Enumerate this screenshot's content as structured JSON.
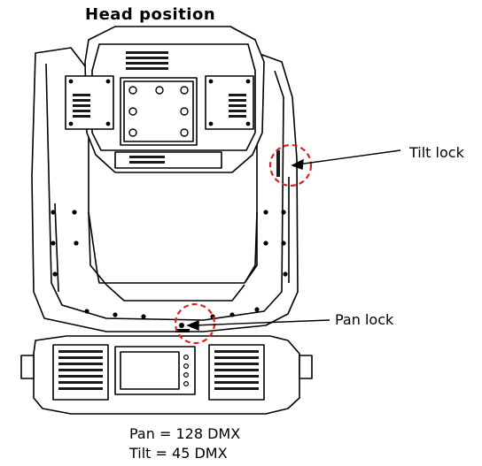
{
  "title": "Head position",
  "callouts": {
    "tilt_lock": "Tilt lock",
    "pan_lock": "Pan lock"
  },
  "settings": {
    "pan": "Pan = 128 DMX",
    "tilt": "Tilt = 45 DMX"
  },
  "colors": {
    "line": "#000000",
    "highlight": "#e0201c",
    "fill_light": "#ffffff",
    "fill_dark": "#1a1a1a"
  }
}
